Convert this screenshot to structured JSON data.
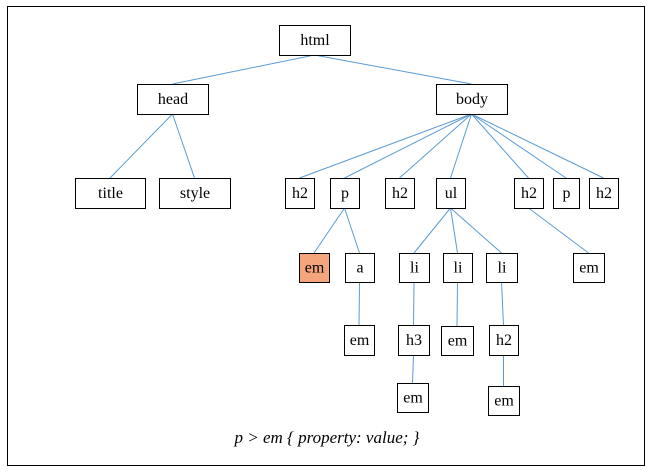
{
  "colors": {
    "highlight": "#f4a57c",
    "edge": "#5b9bd5",
    "border": "#000000"
  },
  "caption": "p > em { property: value; }",
  "nodes": [
    {
      "id": "html",
      "label": "html",
      "parent": null
    },
    {
      "id": "head",
      "label": "head",
      "parent": "html"
    },
    {
      "id": "body",
      "label": "body",
      "parent": "html"
    },
    {
      "id": "title",
      "label": "title",
      "parent": "head"
    },
    {
      "id": "style",
      "label": "style",
      "parent": "head"
    },
    {
      "id": "h2a",
      "label": "h2",
      "parent": "body"
    },
    {
      "id": "p1",
      "label": "p",
      "parent": "body"
    },
    {
      "id": "h2b",
      "label": "h2",
      "parent": "body"
    },
    {
      "id": "ul",
      "label": "ul",
      "parent": "body"
    },
    {
      "id": "h2c",
      "label": "h2",
      "parent": "body"
    },
    {
      "id": "p2",
      "label": "p",
      "parent": "body"
    },
    {
      "id": "h2d",
      "label": "h2",
      "parent": "body"
    },
    {
      "id": "em1",
      "label": "em",
      "parent": "p1",
      "highlighted": true
    },
    {
      "id": "a",
      "label": "a",
      "parent": "p1"
    },
    {
      "id": "em2",
      "label": "em",
      "parent": "a"
    },
    {
      "id": "li1",
      "label": "li",
      "parent": "ul"
    },
    {
      "id": "li2",
      "label": "li",
      "parent": "ul"
    },
    {
      "id": "li3",
      "label": "li",
      "parent": "ul"
    },
    {
      "id": "h3",
      "label": "h3",
      "parent": "li1"
    },
    {
      "id": "em3",
      "label": "em",
      "parent": "h3"
    },
    {
      "id": "em4",
      "label": "em",
      "parent": "li2"
    },
    {
      "id": "h2e",
      "label": "h2",
      "parent": "li3"
    },
    {
      "id": "em5",
      "label": "em",
      "parent": "h2e"
    },
    {
      "id": "em6",
      "label": "em",
      "parent": "h2c"
    }
  ]
}
